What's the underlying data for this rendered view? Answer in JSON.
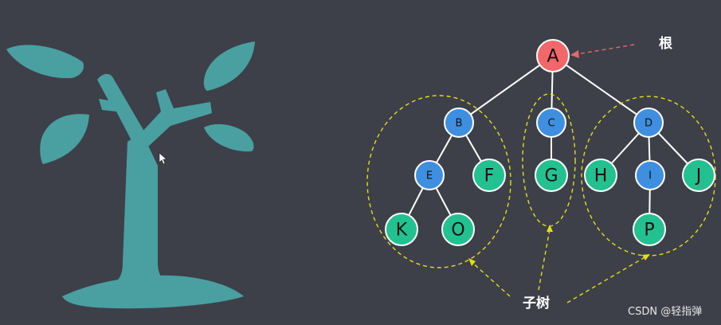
{
  "colors": {
    "background": "#3d4049",
    "root": "#f2676a",
    "internal": "#3f8fe0",
    "leaf": "#22c18f",
    "edge": "#ffffff",
    "subtree_outline": "#e3de1a",
    "root_arrow": "#e06a6a",
    "illustration": "#4a9fa0"
  },
  "icons": [
    "tree-sprout-illustration",
    "mouse-cursor-icon"
  ],
  "tree": {
    "nodes": {
      "A": {
        "label": "A",
        "kind": "root"
      },
      "B": {
        "label": "B",
        "kind": "internal"
      },
      "C": {
        "label": "C",
        "kind": "internal"
      },
      "D": {
        "label": "D",
        "kind": "internal"
      },
      "E": {
        "label": "E",
        "kind": "internal"
      },
      "F": {
        "label": "F",
        "kind": "leaf"
      },
      "G": {
        "label": "G",
        "kind": "leaf"
      },
      "H": {
        "label": "H",
        "kind": "leaf"
      },
      "I": {
        "label": "I",
        "kind": "internal"
      },
      "J": {
        "label": "J",
        "kind": "leaf"
      },
      "K": {
        "label": "K",
        "kind": "leaf"
      },
      "O": {
        "label": "O",
        "kind": "leaf"
      },
      "P": {
        "label": "P",
        "kind": "leaf"
      }
    },
    "edges": [
      [
        "A",
        "B"
      ],
      [
        "A",
        "C"
      ],
      [
        "A",
        "D"
      ],
      [
        "B",
        "E"
      ],
      [
        "B",
        "F"
      ],
      [
        "C",
        "G"
      ],
      [
        "D",
        "H"
      ],
      [
        "D",
        "I"
      ],
      [
        "D",
        "J"
      ],
      [
        "E",
        "K"
      ],
      [
        "E",
        "O"
      ],
      [
        "I",
        "P"
      ]
    ]
  },
  "labels": {
    "root": "根",
    "subtree": "子树"
  },
  "watermark": "CSDN @轻指弹"
}
